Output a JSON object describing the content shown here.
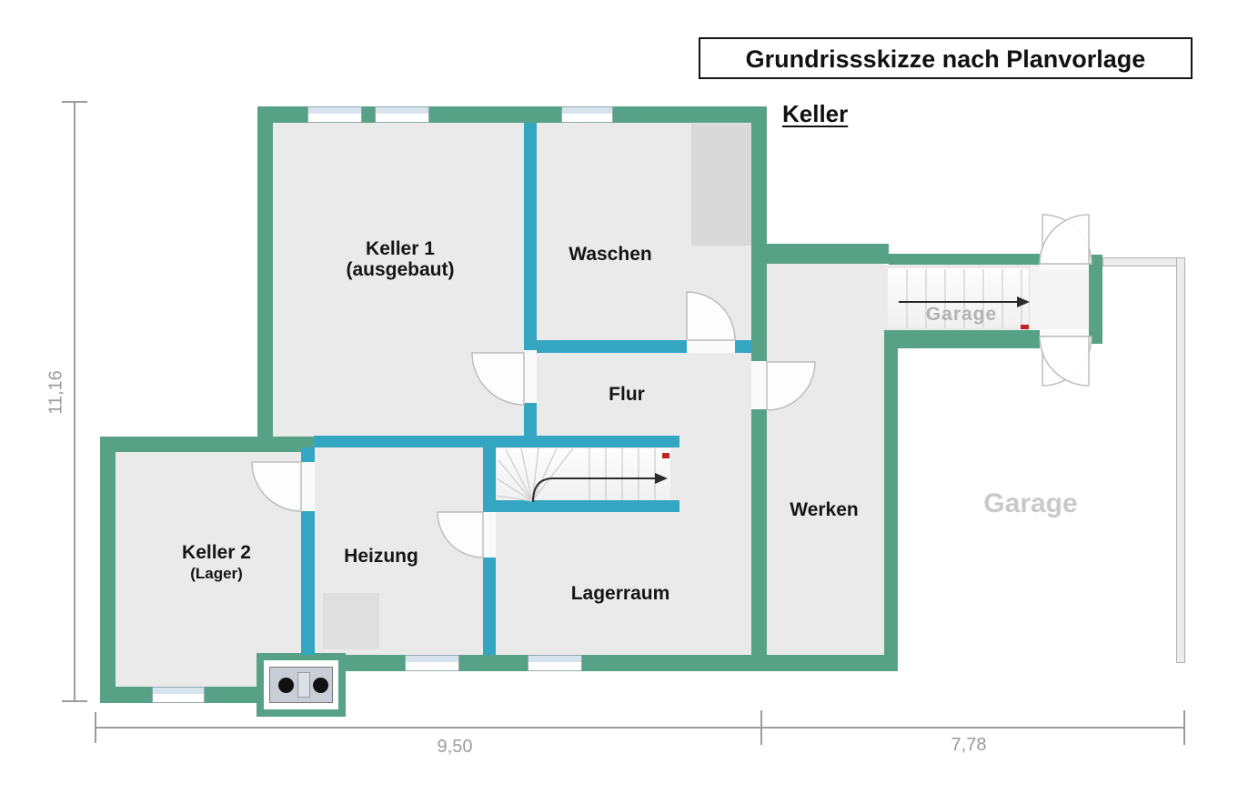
{
  "title": "Grundrissskizze nach Planvorlage",
  "floor_heading": "Keller",
  "rooms": [
    {
      "id": "keller1",
      "label": "Keller 1",
      "sublabel": "(ausgebaut)"
    },
    {
      "id": "waschen",
      "label": "Waschen",
      "sublabel": ""
    },
    {
      "id": "flur",
      "label": "Flur",
      "sublabel": ""
    },
    {
      "id": "keller2",
      "label": "Keller 2",
      "sublabel": "(Lager)"
    },
    {
      "id": "heizung",
      "label": "Heizung",
      "sublabel": ""
    },
    {
      "id": "lagerraum",
      "label": "Lagerraum",
      "sublabel": ""
    },
    {
      "id": "werken",
      "label": "Werken",
      "sublabel": ""
    },
    {
      "id": "garage",
      "label": "Garage",
      "sublabel": ""
    }
  ],
  "stairs": {
    "corridor_label": "Garage"
  },
  "dimensions": {
    "left": "11,16",
    "bottom_left": "9,50",
    "bottom_right": "7,78"
  },
  "colors": {
    "outer_wall": "#57a287",
    "inner_wall": "#35a6c2",
    "floor": "#eaeaea",
    "dimension": "#9c9c9c",
    "red_marker": "#c32222",
    "garage_text": "#c9c9c9",
    "corridor_garage_text": "#b3b3b3"
  }
}
